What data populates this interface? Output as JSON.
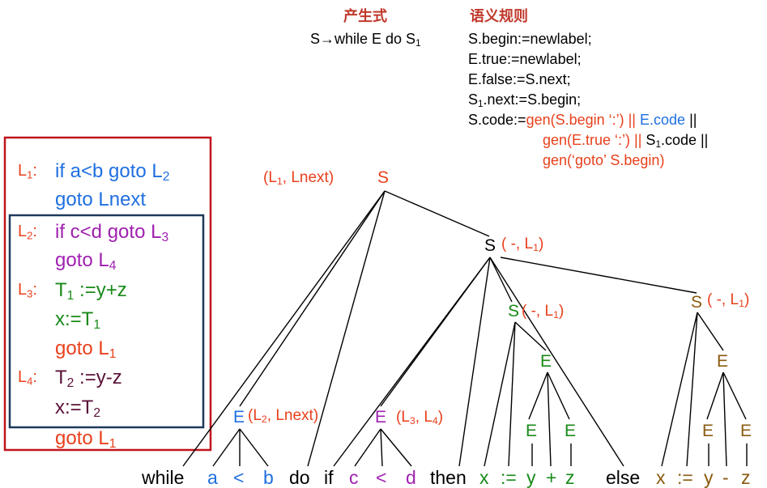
{
  "header": {
    "production_title": "产生式",
    "semantic_title": "语义规则",
    "production": {
      "lhs": "S→while E do S",
      "sub": "1"
    },
    "rules": [
      {
        "a": "S.begin:=newlabel;"
      },
      {
        "a": "E.true:=newlabel;"
      },
      {
        "a": "E.false:=S.next;"
      },
      {
        "a": "S",
        "sub": "1",
        "b": ".next:=S.begin;"
      },
      {
        "a": "S.code:=",
        "b": "gen(S.begin ‘:’) ||",
        "c": "E.code",
        "d": "||"
      },
      {
        "a": "gen(E.true ‘:’) ||",
        "b": "S",
        "sub": "1",
        "c": ".code ||"
      },
      {
        "a": "gen(‘goto’  S.begin)"
      }
    ]
  },
  "code": {
    "lines": [
      {
        "label": "L",
        "lsub": "1",
        "text": "if a<b goto L",
        "tsub": "2"
      },
      {
        "text": "goto Lnext"
      },
      {
        "label": "L",
        "lsub": "2",
        "text": "if c<d goto L",
        "tsub": "3"
      },
      {
        "text": "goto L",
        "tsub": "4"
      },
      {
        "label": "L",
        "lsub": "3",
        "text": "T",
        "tsub": "1",
        "text2": " :=y+z"
      },
      {
        "text": "x:=T",
        "tsub": "1"
      },
      {
        "text": "goto L",
        "tsub": "1"
      },
      {
        "label": "L",
        "lsub": "4",
        "text": "T",
        "tsub": "2",
        "text2": " :=y-z"
      },
      {
        "text": "x:=T",
        "tsub": "2"
      },
      {
        "text": "goto L",
        "tsub": "1"
      }
    ]
  },
  "tree": {
    "root": {
      "label": "S",
      "ann_a": "(L",
      "ann_sub": "1",
      "ann_b": ",  Lnext)"
    },
    "s_if": {
      "label": "S",
      "ann_a": "( -, L",
      "ann_sub": "1",
      "ann_b": ")"
    },
    "s_then": {
      "label": "S",
      "ann_a": "( -, L",
      "ann_sub": "1",
      "ann_b": ")"
    },
    "s_else": {
      "label": "S",
      "ann_a": "( -, L",
      "ann_sub": "1",
      "ann_b": ")"
    },
    "e_while": {
      "label": "E",
      "ann_a": "(L",
      "ann_sub": "2",
      "ann_b": ", Lnext)"
    },
    "e_if": {
      "label": "E",
      "ann_a": "(L",
      "ann_sub": "3",
      "ann_b": ", L",
      "ann_sub2": "4",
      "ann_c": ")"
    },
    "e_then": "E",
    "e_then_y": "E",
    "e_then_z": "E",
    "e_else": "E",
    "e_else_y": "E",
    "e_else_z": "E",
    "leaves": {
      "while": "while",
      "a": "a",
      "lt1": "<",
      "b": "b",
      "do": "do",
      "if": "if",
      "c": "c",
      "lt2": "<",
      "d": "d",
      "then": "then",
      "x1": "x",
      "assign1": ":=",
      "y1": "y",
      "plus": "+",
      "z1": "z",
      "else": "else",
      "x2": "x",
      "assign2": ":=",
      "y2": "y",
      "minus": "-",
      "z2": "z"
    }
  },
  "colors": {
    "title_red": "#c0392b",
    "label_red": "#e8401c",
    "blue": "#1f6fe0",
    "purple": "#a020b0",
    "green": "#1a8a1a",
    "maroon": "#5a1038",
    "brown": "#8a5a10",
    "outer_box": "#c0141c",
    "inner_box": "#1c3a5a"
  }
}
